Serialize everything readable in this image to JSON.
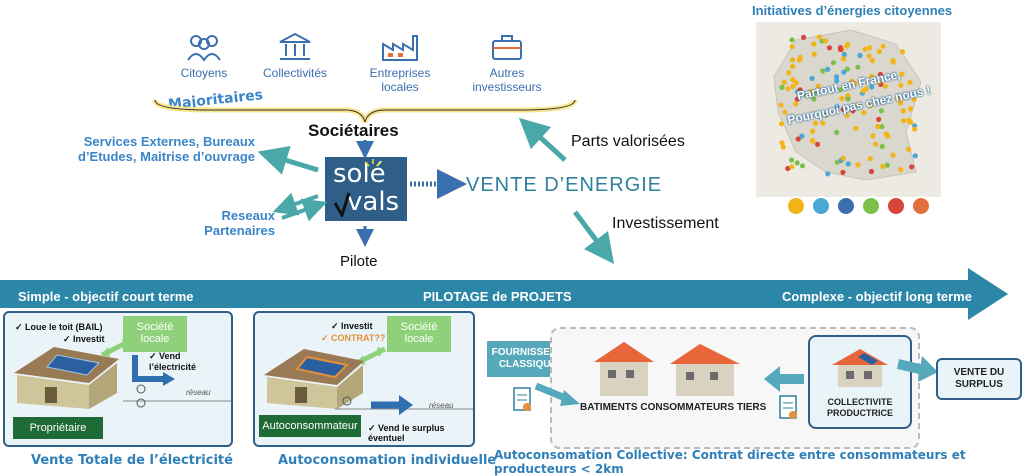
{
  "stakeholders": {
    "citoyens": "Citoyens",
    "majoritaires": "Majoritaires",
    "collectivites": "Collectivités",
    "entreprises": "Entreprises\nlocales",
    "autres": "Autres\ninvestisseurs"
  },
  "center": {
    "societaires": "Sociétaires",
    "services": "Services Externes, Bureaux\nd’Etudes, Maitrise d’ouvrage",
    "reseaux": "Reseaux\nPartenaires",
    "pilote": "Pilote",
    "vente_energie": "VENTE D’ENERGIE",
    "parts": "Parts valorisées",
    "investissement": "Investissement"
  },
  "logo": {
    "line1": "solé",
    "line2": "vals"
  },
  "map": {
    "title": "Initiatives d’énergies citoyennes",
    "slogan1": "Partout en France,",
    "slogan2": "Pourquoi pas chez nous !",
    "icons": [
      "sun-icon",
      "wind-icon",
      "hydro-icon",
      "leaf-icon",
      "heat-icon",
      "efficiency-icon"
    ],
    "icon_colors": [
      "#f2b417",
      "#4aa7d6",
      "#3a6fb0",
      "#7cc04a",
      "#d8453b",
      "#e2703a"
    ]
  },
  "banner": {
    "left": "Simple -  objectif court terme",
    "center": "PILOTAGE de PROJETS",
    "right": "Complexe - objectif long terme"
  },
  "card1": {
    "loue": "Loue le toit (BAIL)",
    "investit": "Investit",
    "societe_locale": "Société\nlocale",
    "vend": "Vend\nl’électricité",
    "reseau": "réseau",
    "proprietaire": "Propriétaire",
    "caption": "Vente Totale de l’électricité"
  },
  "card2": {
    "investit": "Investit",
    "contrat": "CONTRAT??",
    "societe_locale": "Société\nlocale",
    "reseau": "réseau",
    "auto": "Autoconsommateur",
    "vend_surplus": "Vend le surplus\néventuel",
    "caption": "Autoconsomation individuelle"
  },
  "card3": {
    "fournisseur": "FOURNISSEUR\nCLASSIQUE",
    "batiments": "BATIMENTS CONSOMMATEURS TIERS",
    "collectivite": "COLLECTIVITE\nPRODUCTRICE",
    "vente_surplus": "VENTE DU\nSURPLUS",
    "caption": "Autoconsomation Collective:  Contrat directe entre consommateurs et producteurs < 2km"
  }
}
